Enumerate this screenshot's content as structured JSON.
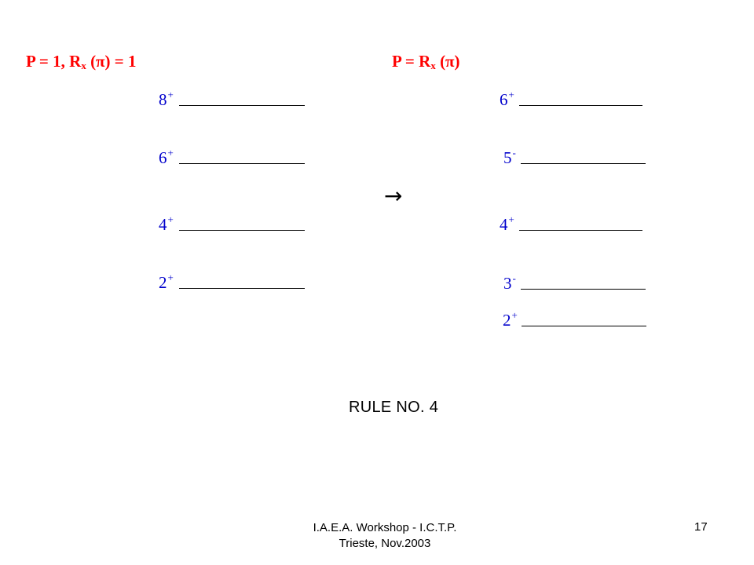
{
  "left_heading": {
    "main": "P = 1, R",
    "sub": "x",
    "tail": " (π) = 1"
  },
  "right_heading": {
    "main": "P = R",
    "sub": "x",
    "tail": " (π)"
  },
  "arrow": "→",
  "left_levels": [
    {
      "spin": "8",
      "parity": "+"
    },
    {
      "spin": "6",
      "parity": "+"
    },
    {
      "spin": "4",
      "parity": "+"
    },
    {
      "spin": "2",
      "parity": "+"
    }
  ],
  "right_levels": [
    {
      "spin": "6",
      "parity": "+"
    },
    {
      "spin": "5",
      "parity": "-"
    },
    {
      "spin": "4",
      "parity": "+"
    },
    {
      "spin": "3",
      "parity": "-"
    },
    {
      "spin": "2",
      "parity": "+"
    }
  ],
  "rule_title": "RULE NO. 4",
  "footer": {
    "line1": "I.A.E.A. Workshop - I.C.T.P.",
    "line2": "Trieste, Nov.2003",
    "page_number": "17"
  },
  "colors": {
    "heading": "#ff0000",
    "level_label": "#0000cc",
    "text": "#000000"
  }
}
